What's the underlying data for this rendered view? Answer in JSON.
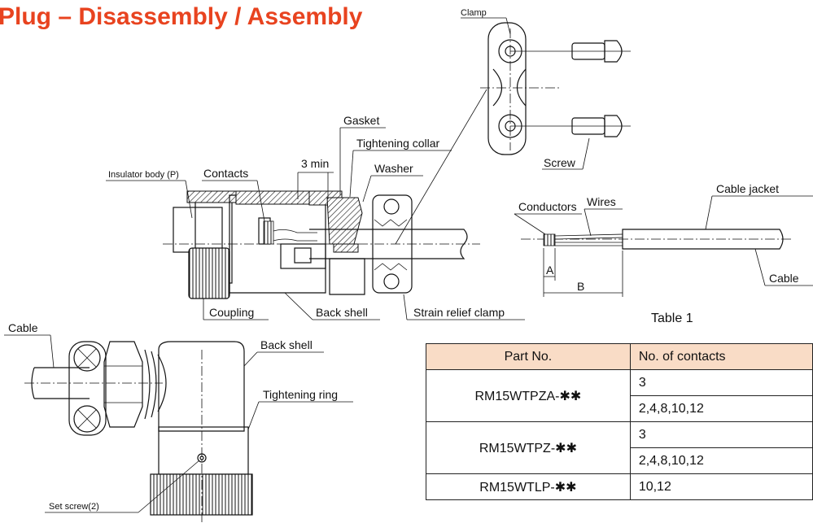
{
  "title": "Plug – Disassembly / Assembly",
  "labels": {
    "clamp": "Clamp",
    "screw": "Screw",
    "insulator_body": "Insulator body (P)",
    "contacts": "Contacts",
    "three_min": "3 min",
    "gasket": "Gasket",
    "tightening_collar": "Tightening collar",
    "washer": "Washer",
    "conductors": "Conductors",
    "wires": "Wires",
    "cable_jacket": "Cable jacket",
    "cable_right": "Cable",
    "dim_a": "A",
    "dim_b": "B",
    "coupling": "Coupling",
    "back_shell_top": "Back shell",
    "strain_relief_clamp": "Strain relief clamp",
    "cable_left": "Cable",
    "back_shell_bottom": "Back shell",
    "tightening_ring": "Tightening ring",
    "set_screw": "Set screw(2)"
  },
  "table": {
    "caption": "Table 1",
    "headers": [
      "Part No.",
      "No. of contacts"
    ],
    "groups": [
      {
        "part": "RM15WTPZA-✱✱",
        "contacts": [
          "3",
          "2,4,8,10,12"
        ]
      },
      {
        "part": "RM15WTPZ-✱✱",
        "contacts": [
          "3",
          "2,4,8,10,12"
        ]
      },
      {
        "part": "RM15WTLP-✱✱",
        "contacts": [
          "10,12"
        ]
      }
    ],
    "header_color": "#f9dcc6"
  },
  "colors": {
    "title": "#e8431f",
    "line": "#111111"
  }
}
